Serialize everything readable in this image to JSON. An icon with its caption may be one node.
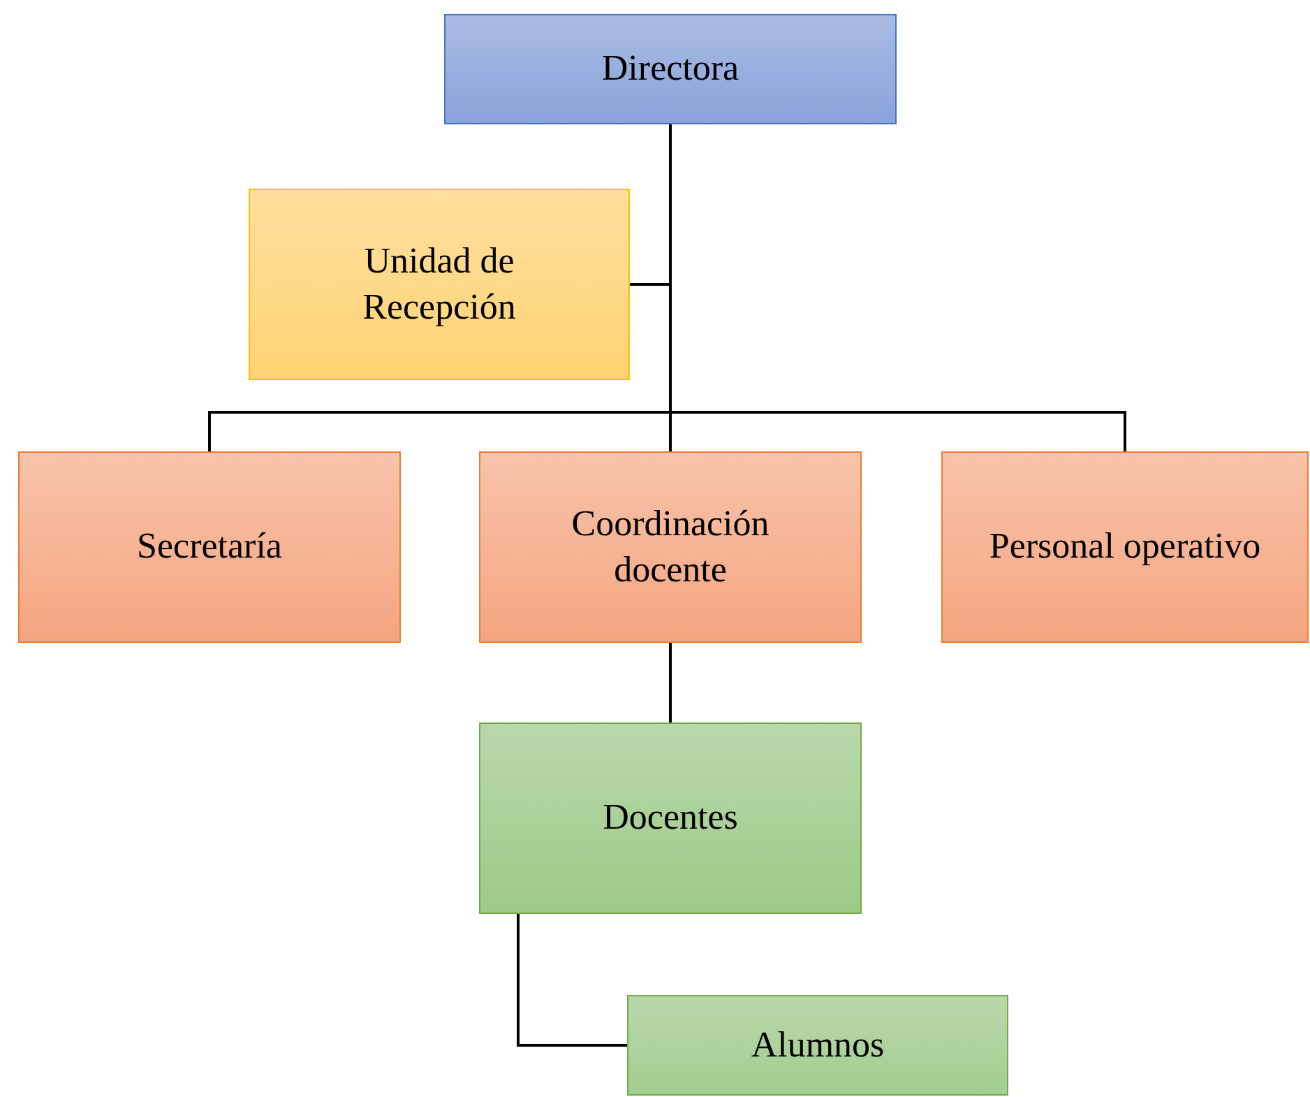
{
  "diagram": {
    "nodes": [
      {
        "text": [
          "Directora"
        ]
      },
      {
        "text": [
          "Unidad de Recepción"
        ]
      },
      {
        "text": [
          "Secretaría"
        ]
      },
      {
        "text": [
          "Coordinación docente"
        ]
      },
      {
        "text": [
          "Personal operativo"
        ]
      },
      {
        "text": [
          "Docentes"
        ]
      },
      {
        "text": [
          "Alumnos"
        ]
      }
    ],
    "edges": [
      {
        "from": 0,
        "to": 1,
        "arrow": "none"
      },
      {
        "from": 0,
        "to": 2,
        "arrow": "none"
      },
      {
        "from": 0,
        "to": 3,
        "arrow": "none"
      },
      {
        "from": 0,
        "to": 4,
        "arrow": "none"
      },
      {
        "from": 3,
        "to": 5,
        "arrow": "none"
      },
      {
        "from": 5,
        "to": 6,
        "arrow": "none"
      }
    ]
  }
}
